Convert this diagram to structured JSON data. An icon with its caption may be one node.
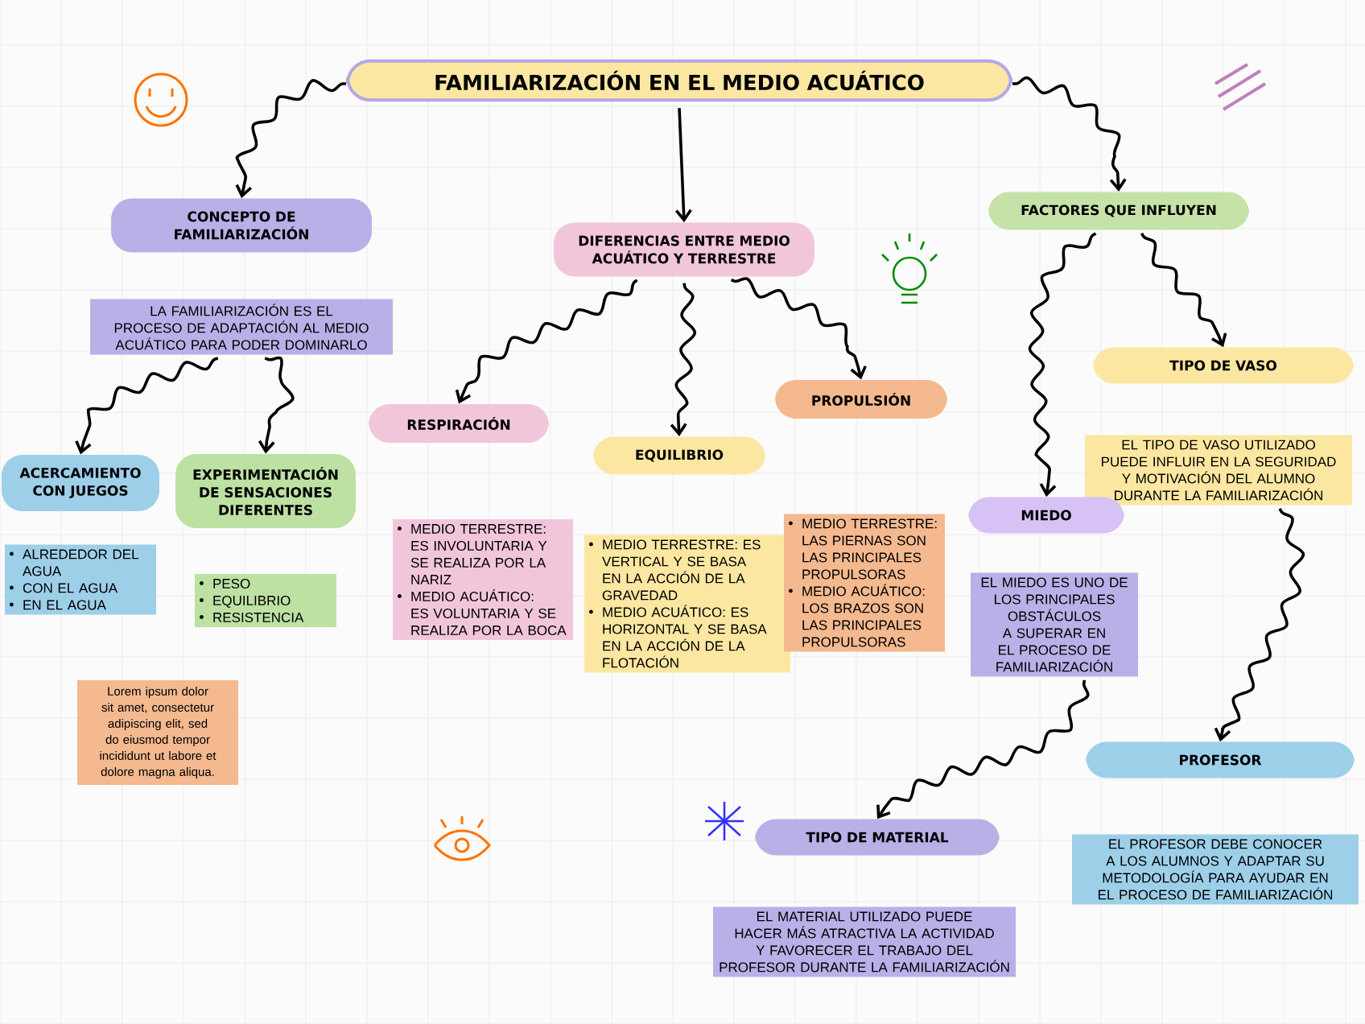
{
  "diagram": {
    "nodes": [
      {
        "text": [
          "FAMILIARIZACIÓN EN EL MEDIO ACUÁTICO"
        ]
      },
      {
        "text": [
          "CONCEPTO DE FAMILIARIZACIÓN"
        ]
      },
      {
        "text": [
          "LA FAMILIARIZACIÓN ES EL PROCESO DE ADAPTACIÓN AL MEDIO ACUÁTICO PARA PODER DOMINARLO"
        ]
      },
      {
        "text": [
          "ACERCAMIENTO CON JUEGOS"
        ]
      },
      {
        "text": [
          "ALREDEDOR DEL AGUA",
          "CON EL AGUA",
          "EN EL AGUA"
        ]
      },
      {
        "text": [
          "EXPERIMENTACIÓN DE SENSACIONES DIFERENTES"
        ]
      },
      {
        "text": [
          "PESO",
          "EQUILIBRIO",
          "RESISTENCIA"
        ]
      },
      {
        "text": [
          "Lorem ipsum dolor sit amet, consectetur adipiscing elit, sed do eiusmod tempor incididunt ut labore et dolore magna aliqua."
        ]
      },
      {
        "text": [
          "DIFERENCIAS ENTRE MEDIO ACUÁTICO Y TERRESTRE"
        ]
      },
      {
        "text": [
          "RESPIRACIÓN"
        ]
      },
      {
        "text": [
          "MEDIO TERRESTRE: ES INVOLUNTARIA Y SE REALIZA POR LA NARIZ",
          "MEDIO ACUÁTICO: ES VOLUNTARIA Y SE REALIZA POR LA BOCA"
        ]
      },
      {
        "text": [
          "EQUILIBRIO"
        ]
      },
      {
        "text": [
          "MEDIO TERRESTRE: ES VERTICAL Y SE BASA EN LA ACCIÓN DE LA GRAVEDAD",
          "MEDIO ACUÁTICO: ES HORIZONTAL Y SE BASA EN LA ACCIÓN DE LA FLOTACIÓN"
        ]
      },
      {
        "text": [
          "PROPULSIÓN"
        ]
      },
      {
        "text": [
          "MEDIO TERRESTRE: LAS PIERNAS SON LAS PRINCIPALES PROPULSORAS",
          "MEDIO ACUÁTICO: LOS BRAZOS SON LAS PRINCIPALES PROPULSORAS"
        ]
      },
      {
        "text": [
          "FACTORES QUE INFLUYEN"
        ]
      },
      {
        "text": [
          "TIPO DE VASO"
        ]
      },
      {
        "text": [
          "EL TIPO DE VASO UTILIZADO PUEDE INFLUIR EN LA SEGURIDAD Y MOTIVACIÓN DEL ALUMNO DURANTE LA FAMILIARIZACIÓN"
        ]
      },
      {
        "text": [
          "MIEDO"
        ]
      },
      {
        "text": [
          "EL MIEDO ES UNO DE LOS PRINCIPALES OBSTÁCULOS A SUPERAR EN EL PROCESO DE FAMILIARIZACIÓN"
        ]
      },
      {
        "text": [
          "PROFESOR"
        ]
      },
      {
        "text": [
          "EL PROFESOR DEBE CONOCER A LOS ALUMNOS Y ADAPTAR SU METODOLOGÍA PARA AYUDAR EN EL PROCESO DE FAMILIARIZACIÓN"
        ]
      },
      {
        "text": [
          "TIPO DE MATERIAL"
        ]
      },
      {
        "text": [
          "EL MATERIAL UTILIZADO PUEDE HACER MÁS ATRACTIVA LA ACTIVIDAD Y FAVORECER EL TRABAJO DEL PROFESOR DURANTE LA FAMILIARIZACIÓN"
        ]
      }
    ],
    "edges": [
      {
        "from": 0,
        "to": 1,
        "arrow": "to"
      },
      {
        "from": 0,
        "to": 8,
        "arrow": "to"
      },
      {
        "from": 0,
        "to": 15,
        "arrow": "to"
      },
      {
        "from": 2,
        "to": 3,
        "arrow": "to"
      },
      {
        "from": 2,
        "to": 5,
        "arrow": "to"
      },
      {
        "from": 8,
        "to": 9,
        "arrow": "to"
      },
      {
        "from": 8,
        "to": 11,
        "arrow": "to"
      },
      {
        "from": 8,
        "to": 13,
        "arrow": "to"
      },
      {
        "from": 15,
        "to": 16,
        "arrow": "to"
      },
      {
        "from": 15,
        "to": 18,
        "arrow": "to"
      },
      {
        "from": 17,
        "to": 20,
        "arrow": "to"
      },
      {
        "from": 19,
        "to": 22,
        "arrow": "to"
      }
    ]
  }
}
